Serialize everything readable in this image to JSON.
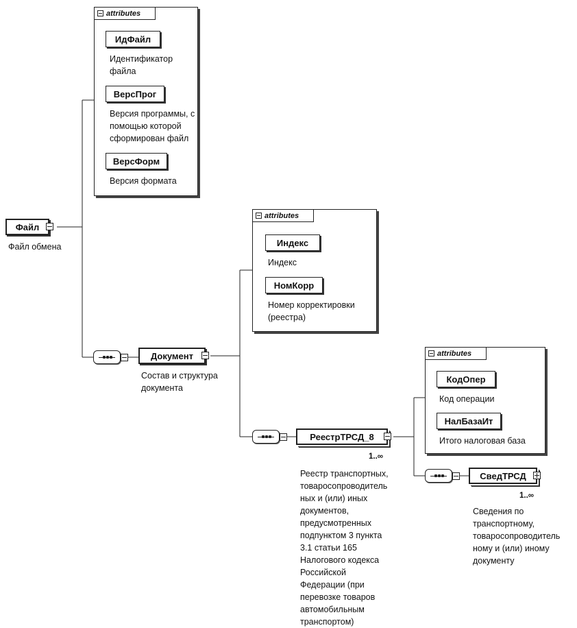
{
  "attributes_tab_label": "attributes",
  "root": {
    "name": "Файл",
    "description": "Файл обмена",
    "attributes": [
      {
        "name": "ИдФайл",
        "description": "Идентификатор\nфайла"
      },
      {
        "name": "ВерсПрог",
        "description": "Версия программы, с\nпомощью которой\nсформирован файл"
      },
      {
        "name": "ВерсФорм",
        "description": "Версия формата"
      }
    ]
  },
  "document": {
    "name": "Документ",
    "description": "Состав и структура\nдокумента",
    "attributes": [
      {
        "name": "Индекс",
        "description": "Индекс"
      },
      {
        "name": "НомКорр",
        "description": "Номер корректировки\n(реестра)"
      }
    ]
  },
  "registry": {
    "name": "РеестрТРСД_8",
    "cardinality": "1..∞",
    "description": "Реестр транспортных,\nтоваросопроводитель\nных и (или) иных\nдокументов,\nпредусмотренных\nподпунктом 3 пункта\n3.1 статьи 165\nНалогового кодекса\nРоссийской\nФедерации (при\nперевозке товаров\nавтомобильным\nтранспортом)",
    "attributes": [
      {
        "name": "КодОпер",
        "description": "Код операции"
      },
      {
        "name": "НалБазаИт",
        "description": "Итого налоговая база"
      }
    ]
  },
  "sved": {
    "name": "СведТРСД",
    "cardinality": "1..∞",
    "description": "Сведения по\nтранспортному,\nтоваросопроводитель\nному и (или) иному\nдокументу"
  }
}
